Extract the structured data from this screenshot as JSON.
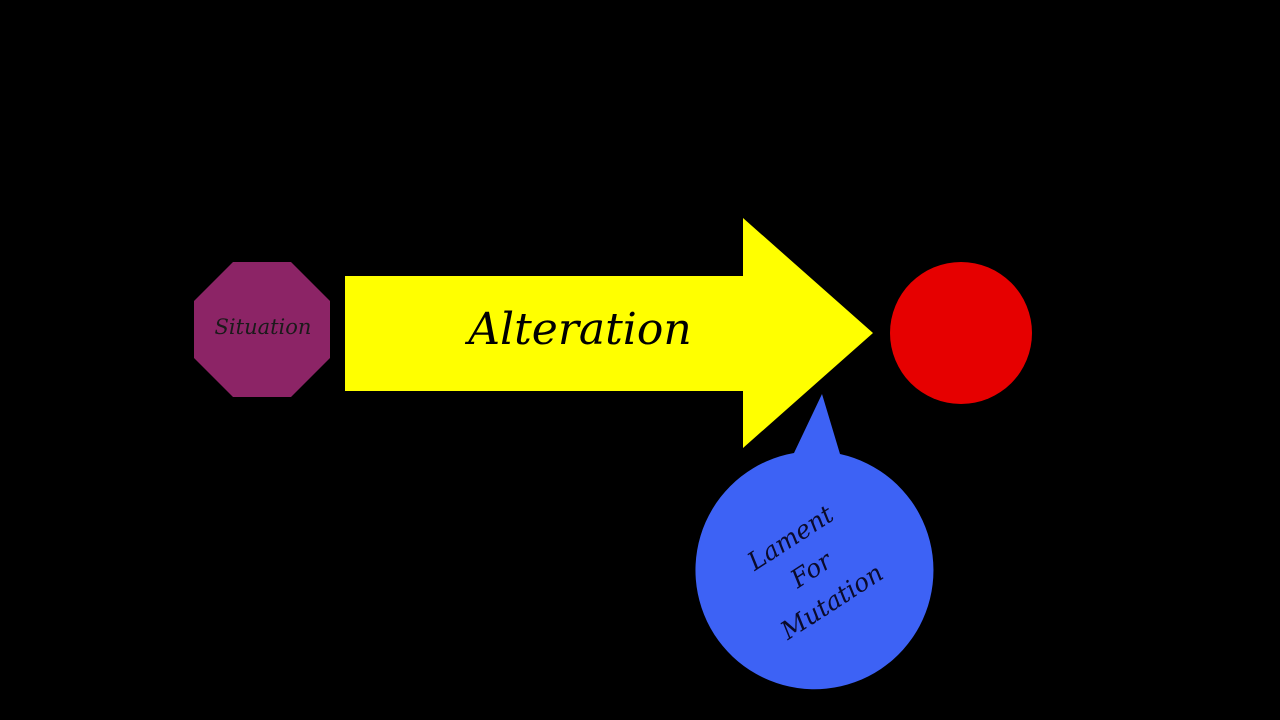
{
  "diagram": {
    "background": "#000000",
    "nodes": {
      "situation": {
        "label": "Situation",
        "shape": "octagon",
        "fill": "#8c2466",
        "text_color": "#1a1a1a"
      },
      "alteration": {
        "label": "Alteration",
        "shape": "right-arrow",
        "fill": "#ffff00",
        "text_color": "#000000"
      },
      "result": {
        "label": "",
        "shape": "circle",
        "fill": "#e60000"
      },
      "lament": {
        "label_lines": [
          "Lament",
          "For",
          "Mutation"
        ],
        "shape": "speech-bubble",
        "fill": "#3d62f5",
        "text_color": "#0a0a2a"
      }
    }
  }
}
